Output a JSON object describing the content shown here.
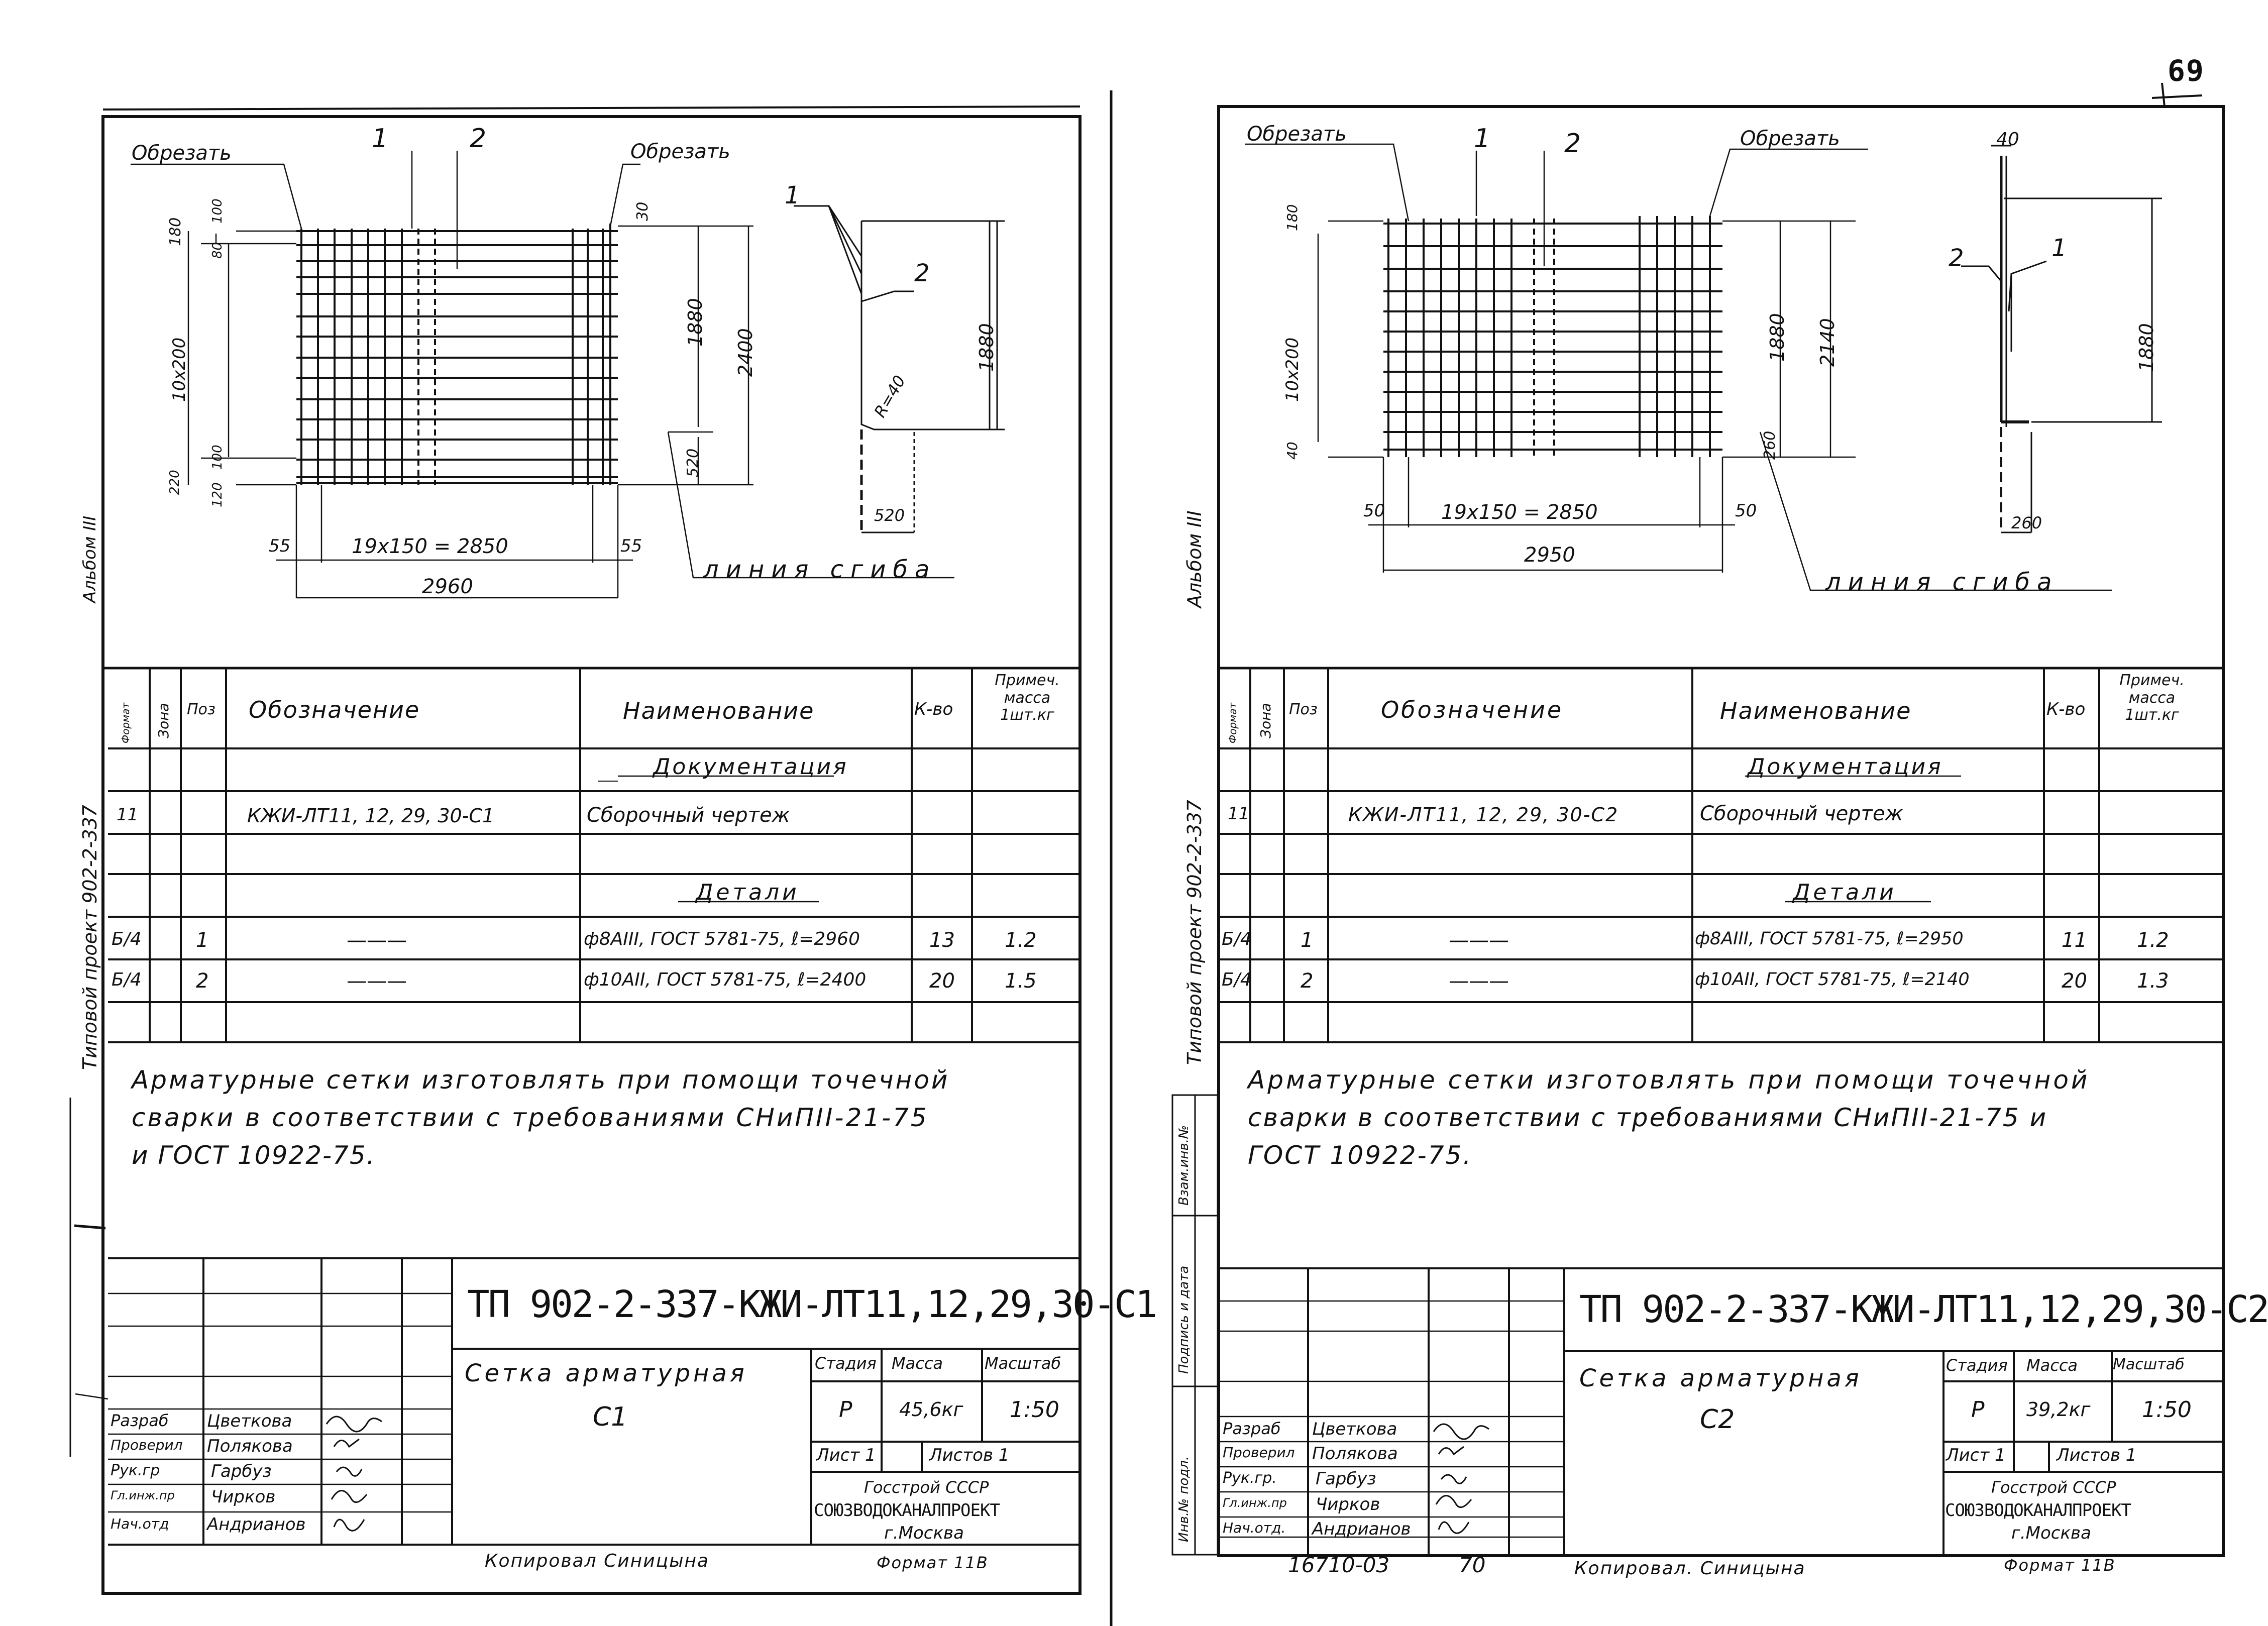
{
  "page_number": "69",
  "sheets": [
    {
      "drawing": {
        "cut_left": "Обрезать",
        "cut_right": "Обрезать",
        "pos1": "1",
        "pos2": "2",
        "dim_180": "180",
        "dim_100": "100",
        "dim_80": "80",
        "dim_10x200": "10х200",
        "dim_220": "220",
        "dim_100b": "100",
        "dim_120": "120",
        "dim_30": "30",
        "dim_1880": "1880",
        "dim_2400": "2400",
        "dim_520v": "520",
        "dim_55l": "55",
        "dim_19x150": "19х150 = 2850",
        "dim_55r": "55",
        "dim_total": "2960",
        "bend_line": "линия сгиба",
        "side_pos1": "1",
        "side_pos2": "2",
        "radius": "R=40",
        "side_1880": "1880",
        "side_520": "520"
      },
      "left_margin": {
        "album": "Альбом III",
        "project": "Типовой проект  902-2-337"
      },
      "spec": {
        "headers": [
          "Формат",
          "Зона",
          "Поз",
          "Обозначение",
          "Наименование",
          "К-во",
          "Примеч. масса 1шт.кг"
        ],
        "sec_docs": "Документация",
        "doc_row": {
          "format": "11",
          "designation": "КЖИ-ЛТ11, 12, 29, 30-С1",
          "name": "Сборочный чертеж"
        },
        "sec_parts": "Детали",
        "rows": [
          {
            "format": "Б/4",
            "pos": "1",
            "designation": "———",
            "name": "ф8АIII, ГОСТ 5781-75, ℓ=2960",
            "qty": "13",
            "mass": "1.2"
          },
          {
            "format": "Б/4",
            "pos": "2",
            "designation": "———",
            "name": "ф10АII, ГОСТ 5781-75, ℓ=2400",
            "qty": "20",
            "mass": "1.5"
          }
        ]
      },
      "note": [
        "Арматурные сетки изготовлять при помощи точечной",
        "сварки в соответствии с требованиями  СНиПII-21-75",
        "и ГОСТ 10922-75."
      ],
      "title_block": {
        "code": "ТП 902-2-337-КЖИ-ЛТ11,12,29,30-С1",
        "product": "Сетка арматурная",
        "mark": "С1",
        "stage_h": "Стадия",
        "mass_h": "Масса",
        "scale_h": "Масштаб",
        "stage": "Р",
        "mass": "45,6кг",
        "scale": "1:50",
        "sheet": "Лист 1",
        "sheets": "Листов 1",
        "org1": "Госстрой СССР",
        "org2": "СОЮЗВОДОКАНАЛПРОЕКТ",
        "org3": "г.Москва",
        "people": [
          {
            "role": "Разраб",
            "name": "Цветкова"
          },
          {
            "role": "Проверил",
            "name": "Полякова"
          },
          {
            "role": "Рук.гр",
            "name": "Гарбуз"
          },
          {
            "role": "Гл.инж.пр",
            "name": "Чирков"
          },
          {
            "role": "Нач.отд",
            "name": "Андрианов"
          }
        ]
      },
      "footer": {
        "copied": "Копировал Синицына",
        "format": "Формат 11В",
        "code": "",
        "num": ""
      }
    },
    {
      "drawing": {
        "cut_left": "Обрезать",
        "cut_right": "Обрезать",
        "pos1": "1",
        "pos2": "2",
        "dim_180": "180",
        "dim_10x200": "10х200",
        "dim_40": "40",
        "dim_1880": "1880",
        "dim_2140": "2140",
        "dim_260v": "260",
        "dim_50l": "50",
        "dim_19x150": "19х150 = 2850",
        "dim_50r": "50",
        "dim_total": "2950",
        "bend_line": "линия сгиба",
        "side_40": "40",
        "side_pos1": "1",
        "side_pos2": "2",
        "side_1880": "1880",
        "side_260": "260"
      },
      "left_margin": {
        "album": "Альбом III",
        "project": "Типовой проект  902-2-337",
        "stamp": [
          "Инв.№ подл.",
          "Подпись и дата",
          "Взам.инв.№"
        ]
      },
      "spec": {
        "headers": [
          "Формат",
          "Зона",
          "Поз",
          "Обозначение",
          "Наименование",
          "К-во",
          "Примеч. масса 1шт.кг"
        ],
        "sec_docs": "Документация",
        "doc_row": {
          "format": "11",
          "designation": "КЖИ-ЛТ11, 12, 29, 30-С2",
          "name": "Сборочный чертеж"
        },
        "sec_parts": "Детали",
        "rows": [
          {
            "format": "Б/4",
            "pos": "1",
            "designation": "———",
            "name": "ф8АIII, ГОСТ 5781-75, ℓ=2950",
            "qty": "11",
            "mass": "1.2"
          },
          {
            "format": "Б/4",
            "pos": "2",
            "designation": "———",
            "name": "ф10АII, ГОСТ 5781-75, ℓ=2140",
            "qty": "20",
            "mass": "1.3"
          }
        ]
      },
      "note": [
        "Арматурные сетки изготовлять при помощи точечной",
        "сварки в соответствии с требованиями СНиПII-21-75 и",
        "ГОСТ 10922-75."
      ],
      "title_block": {
        "code": "ТП 902-2-337-КЖИ-ЛТ11,12,29,30-С2",
        "product": "Сетка арматурная",
        "mark": "С2",
        "stage_h": "Стадия",
        "mass_h": "Масса",
        "scale_h": "Масштаб",
        "stage": "Р",
        "mass": "39,2кг",
        "scale": "1:50",
        "sheet": "Лист 1",
        "sheets": "Листов 1",
        "org1": "Госстрой СССР",
        "org2": "СОЮЗВОДОКАНАЛПРОЕКТ",
        "org3": "г.Москва",
        "people": [
          {
            "role": "Разраб",
            "name": "Цветкова"
          },
          {
            "role": "Проверил",
            "name": "Полякова"
          },
          {
            "role": "Рук.гр.",
            "name": "Гарбуз"
          },
          {
            "role": "Гл.инж.пр",
            "name": "Чирков"
          },
          {
            "role": "Нач.отд.",
            "name": "Андрианов"
          }
        ]
      },
      "footer": {
        "copied": "Копировал. Синицына",
        "format": "Формат 11В",
        "code": "16710-03",
        "num": "70"
      }
    }
  ]
}
